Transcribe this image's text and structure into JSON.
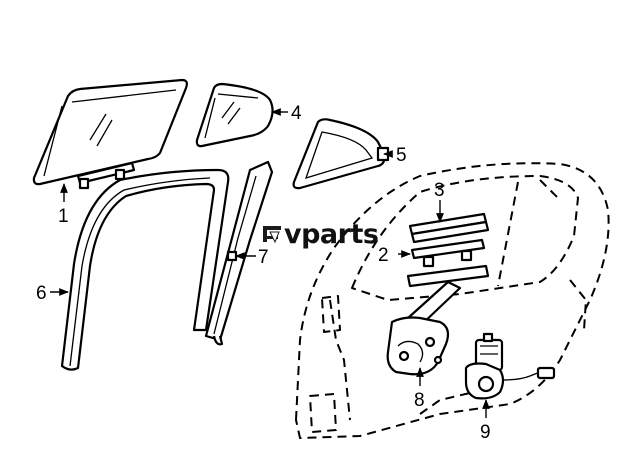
{
  "callouts": {
    "c1": "1",
    "c2": "2",
    "c3": "3",
    "c4": "4",
    "c5": "5",
    "c6": "6",
    "c7": "7",
    "c8": "8",
    "c9": "9"
  },
  "watermark": {
    "brand": "vparts",
    "logo_icon": "ev-logo-icon"
  },
  "colors": {
    "line": "#000000",
    "background": "#ffffff"
  }
}
